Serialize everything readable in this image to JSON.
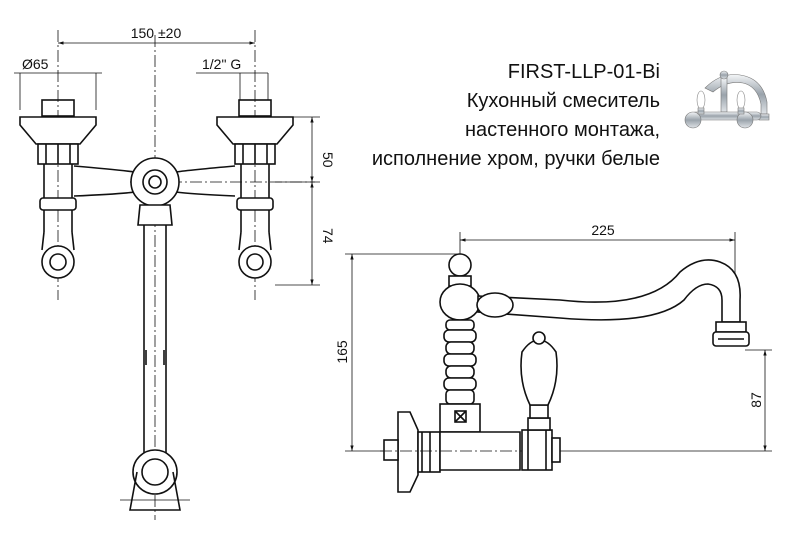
{
  "product": {
    "model": "FIRST-LLP-01-Bi",
    "description": [
      "Кухонный смеситель",
      "настенного монтажа,",
      "исполнение хром, ручки белые"
    ]
  },
  "dimensions": {
    "center_distance": "150 ±20",
    "diameter": "Ø65",
    "thread": "1/2\" G",
    "height_body": "50",
    "height_inlet": "74",
    "spout_reach": "225",
    "total_height": "165",
    "spout_height": "87"
  },
  "icons": {
    "thumbnail": "faucet-thumbnail-icon"
  }
}
